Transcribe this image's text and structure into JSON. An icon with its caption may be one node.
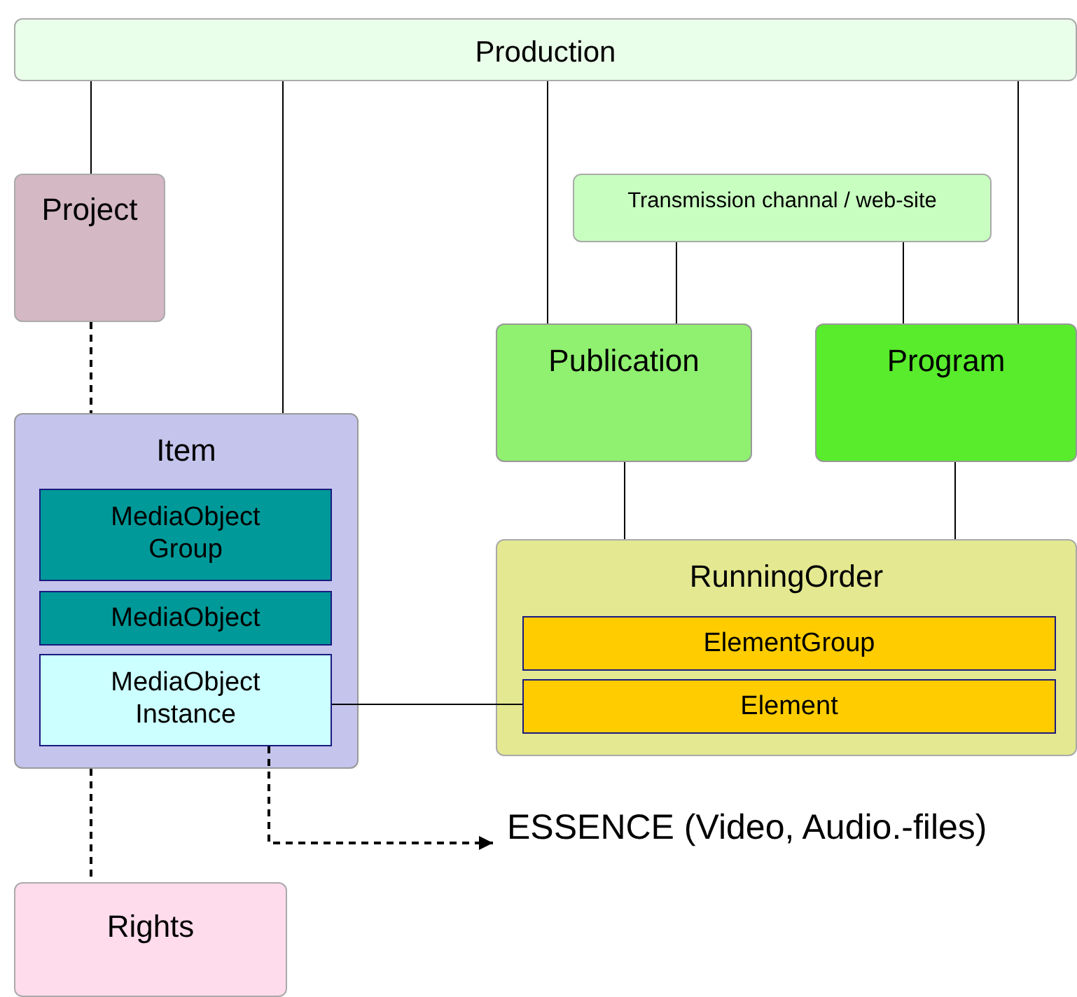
{
  "diagram": {
    "nodes": [
      {
        "text": [
          "Production"
        ]
      },
      {
        "text": [
          "Project"
        ]
      },
      {
        "text": [
          "Transmission channal / web-site"
        ]
      },
      {
        "text": [
          "Publication"
        ]
      },
      {
        "text": [
          "Program"
        ]
      },
      {
        "text": [
          "Item"
        ]
      },
      {
        "text": [
          "MediaObject Group"
        ],
        "in": 5
      },
      {
        "text": [
          "MediaObject"
        ],
        "in": 5
      },
      {
        "text": [
          "MediaObject Instance"
        ],
        "in": 5
      },
      {
        "text": [
          "RunningOrder"
        ]
      },
      {
        "text": [
          "ElementGroup"
        ],
        "in": 9
      },
      {
        "text": [
          "Element"
        ],
        "in": 9
      },
      {
        "text": [
          "ESSENCE (Video, Audio.-files)"
        ]
      },
      {
        "text": [
          "Rights"
        ]
      }
    ],
    "edges": [
      {
        "from": 0,
        "to": 1,
        "arrow": "none"
      },
      {
        "from": 0,
        "to": 5,
        "arrow": "none"
      },
      {
        "from": 0,
        "to": 3,
        "arrow": "none"
      },
      {
        "from": 0,
        "to": 4,
        "arrow": "none"
      },
      {
        "from": 2,
        "to": 3,
        "arrow": "none"
      },
      {
        "from": 2,
        "to": 4,
        "arrow": "none"
      },
      {
        "from": 1,
        "to": 5,
        "arrow": "none",
        "style": "dashed"
      },
      {
        "from": 3,
        "to": 9,
        "arrow": "none"
      },
      {
        "from": 4,
        "to": 9,
        "arrow": "none"
      },
      {
        "from": 5,
        "to": 13,
        "arrow": "none",
        "style": "dashed"
      },
      {
        "from": 8,
        "to": 11,
        "arrow": "none"
      },
      {
        "from": 8,
        "to": 12,
        "arrow": "to",
        "style": "dashed"
      }
    ]
  }
}
